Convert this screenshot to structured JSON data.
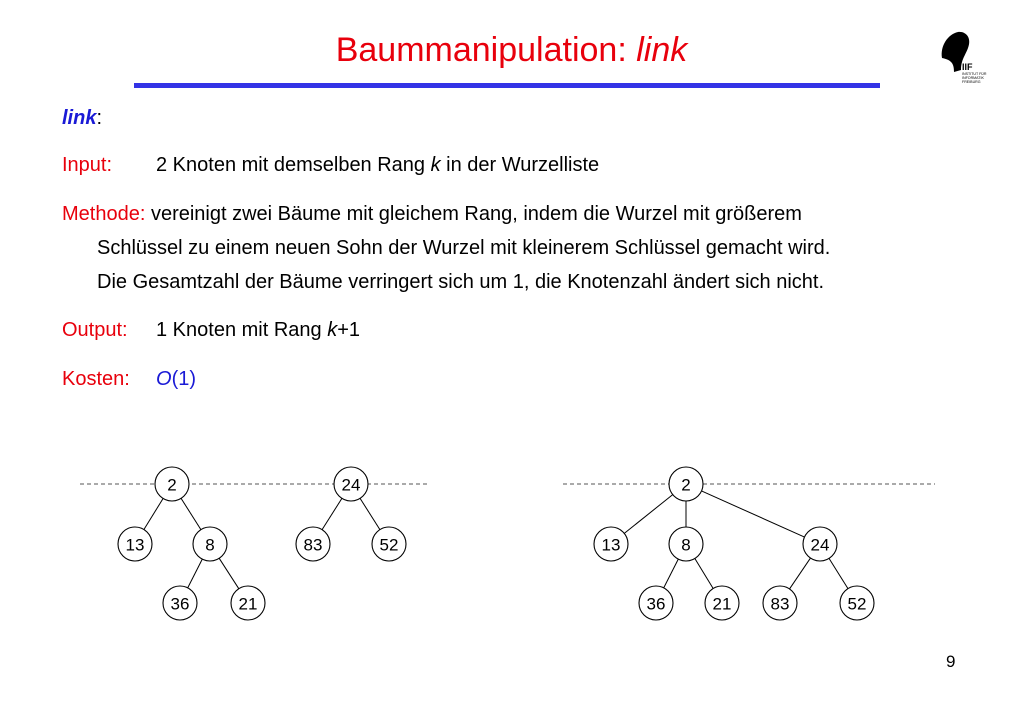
{
  "title": {
    "main": "Baummanipulation: ",
    "italic": "link"
  },
  "logo": {
    "text1": "IIF",
    "text2": "INSTITUT FÜR",
    "text3": "INFORMATIK",
    "text4": "FREIBURG"
  },
  "heading": {
    "term": "link",
    "colon": ":"
  },
  "input": {
    "label": "Input:",
    "text_before": "2 Knoten mit demselben Rang ",
    "var": "k",
    "text_after": " in der Wurzelliste"
  },
  "methode": {
    "label": "Methode:",
    "line1": " vereinigt zwei Bäume mit gleichem Rang, indem die Wurzel mit größerem",
    "line2": "Schlüssel zu einem neuen Sohn der Wurzel mit kleinerem Schlüssel gemacht wird.",
    "line3": "Die Gesamtzahl der Bäume verringert sich um 1, die Knotenzahl ändert sich nicht."
  },
  "output": {
    "label": "Output:",
    "text_before": "1 Knoten mit Rang ",
    "var": "k",
    "text_after": "+1"
  },
  "kosten": {
    "label": "Kosten:",
    "o": "O",
    "arg": "(1)"
  },
  "trees_before": [
    {
      "key": "2",
      "children": [
        {
          "key": "13",
          "children": []
        },
        {
          "key": "8",
          "children": [
            {
              "key": "36",
              "children": []
            },
            {
              "key": "21",
              "children": []
            }
          ]
        }
      ]
    },
    {
      "key": "24",
      "children": [
        {
          "key": "83",
          "children": []
        },
        {
          "key": "52",
          "children": []
        }
      ]
    }
  ],
  "trees_after": [
    {
      "key": "2",
      "children": [
        {
          "key": "13",
          "children": []
        },
        {
          "key": "8",
          "children": [
            {
              "key": "36",
              "children": []
            },
            {
              "key": "21",
              "children": []
            }
          ]
        },
        {
          "key": "24",
          "children": [
            {
              "key": "83",
              "children": []
            },
            {
              "key": "52",
              "children": []
            }
          ]
        }
      ]
    }
  ],
  "page_number": "9"
}
